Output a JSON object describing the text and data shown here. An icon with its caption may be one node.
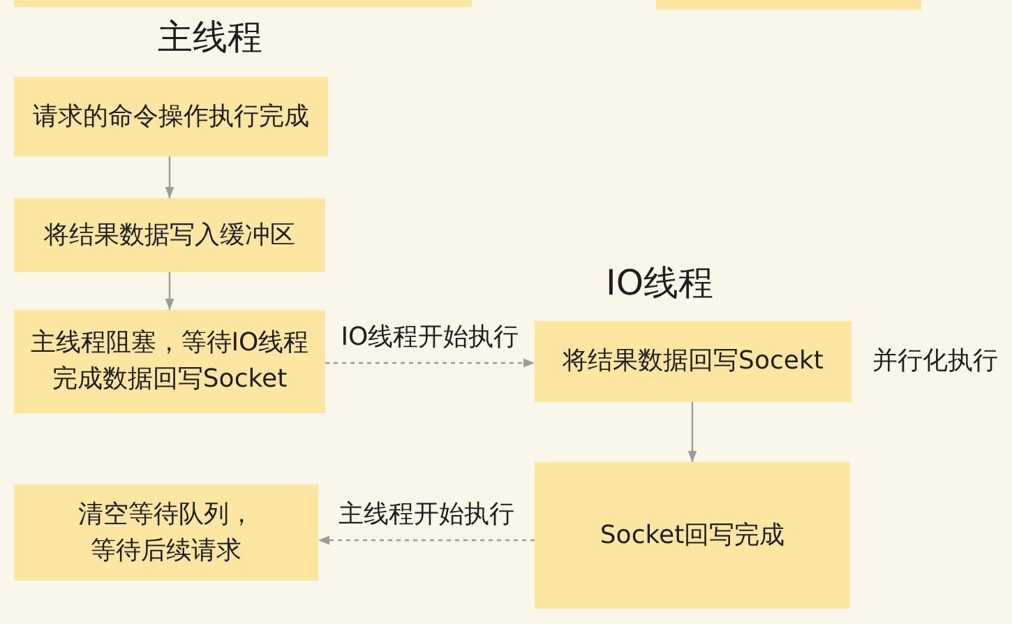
{
  "diagram": {
    "nodes": [
      {
        "text": [],
        "shape": "box"
      },
      {
        "text": [],
        "shape": "box"
      },
      {
        "text": [
          "请求的命令操作执行完成"
        ]
      },
      {
        "text": [
          "将结果数据写入缓冲区"
        ]
      },
      {
        "text": [
          "主线程阻塞，等待IO线程完成数据回写Socket"
        ]
      },
      {
        "text": [
          "将结果数据回写Socekt"
        ],
        "beside": [
          "并行化执行"
        ]
      },
      {
        "text": [
          "Socket回写完成"
        ]
      },
      {
        "text": [
          "清空等待队列，等待后续请求"
        ]
      }
    ],
    "edges": [
      {
        "from": 2,
        "to": 3,
        "arrow": "to"
      },
      {
        "from": 3,
        "to": 4,
        "arrow": "to"
      },
      {
        "from": 4,
        "to": 5,
        "arrow": "to",
        "label": "IO线程开始执行",
        "style": "dashed"
      },
      {
        "from": 5,
        "to": 6,
        "arrow": "to"
      },
      {
        "from": 6,
        "to": 7,
        "arrow": "to",
        "label": "主线程开始执行",
        "style": "dashed"
      }
    ],
    "labels": [
      "主线程",
      "IO线程"
    ]
  }
}
